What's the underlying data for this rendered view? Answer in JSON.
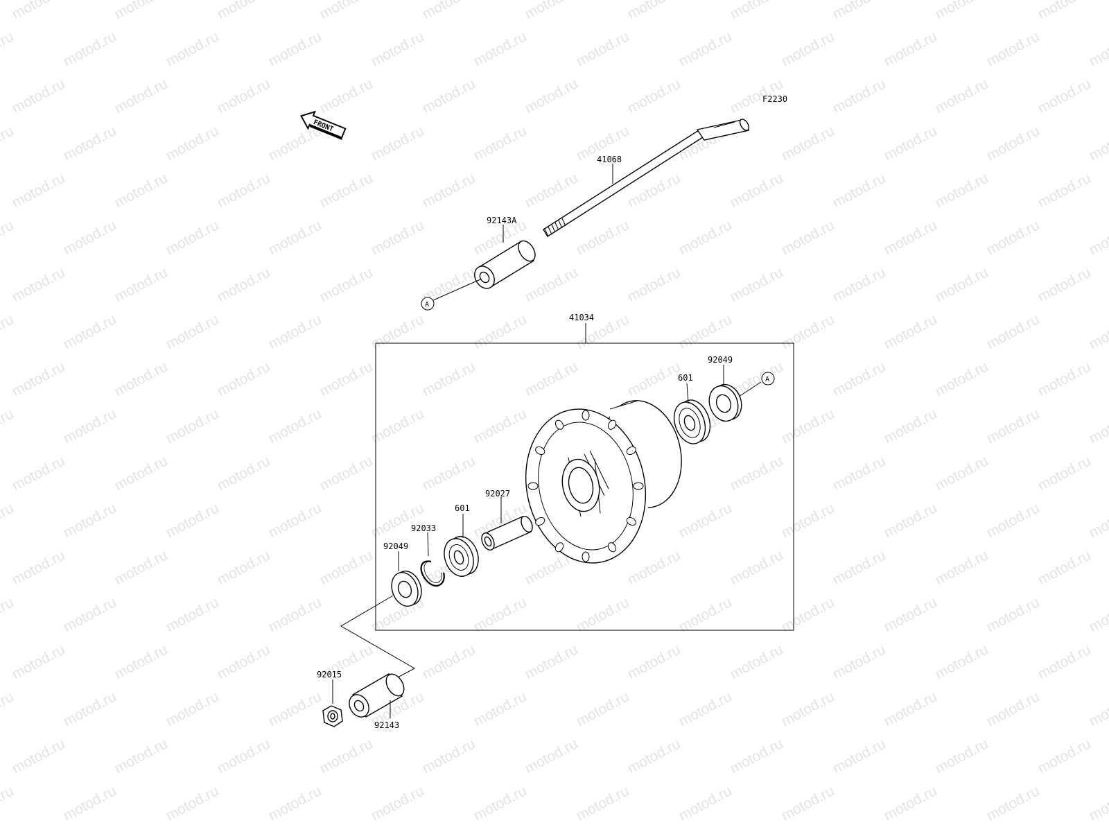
{
  "watermark": "motod.ru",
  "figure_code": "F2230",
  "front_label": "FRONT",
  "ref_marker": "A",
  "parts": {
    "axle": "41068",
    "collar_a": "92143A",
    "hub": "41034",
    "bearing_right": "601",
    "seal_right": "92049",
    "seal_left": "92049",
    "circlip": "92033",
    "bearing_left": "601",
    "spacer": "92027",
    "nut": "92015",
    "collar": "92143"
  }
}
